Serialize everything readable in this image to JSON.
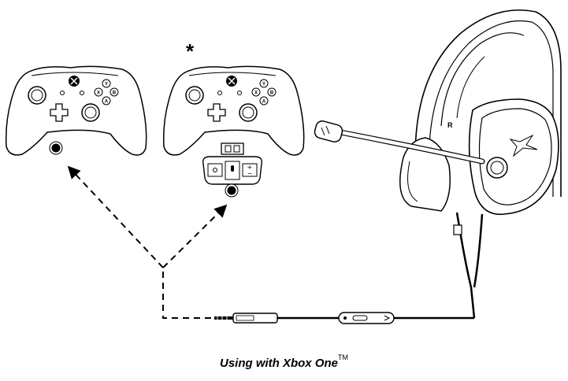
{
  "figure": {
    "caption": "Using with Xbox One",
    "trademark": "TM",
    "footnote_marker": "*"
  },
  "controller_left": {
    "guide_icon": "xbox-logo-icon",
    "buttons": [
      "Y",
      "X",
      "B",
      "A"
    ]
  },
  "controller_right": {
    "guide_icon": "xbox-logo-icon",
    "buttons": [
      "Y",
      "X",
      "B",
      "A"
    ]
  },
  "headset": {
    "cup_label": "R",
    "logo_icon": "hyperx-logo-icon"
  },
  "cable": {
    "inline_control_icon": "volume-slider-icon",
    "plug_icon": "3-5mm-jack-icon"
  },
  "colors": {
    "line": "#000000",
    "fill": "#ffffff"
  }
}
